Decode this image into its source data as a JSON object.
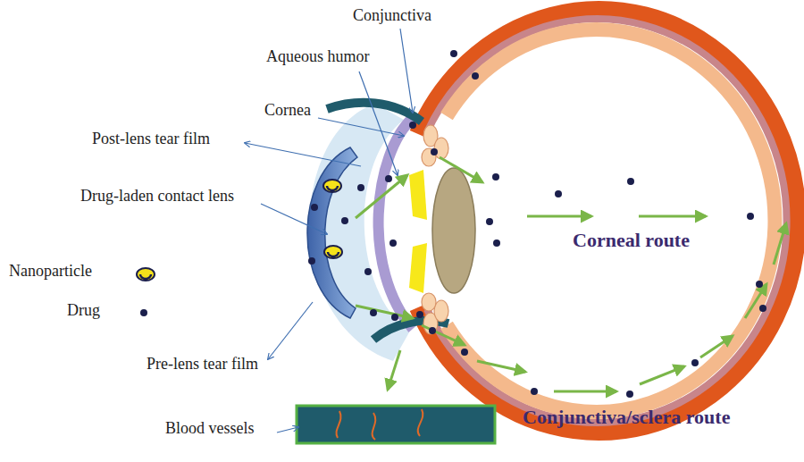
{
  "diagram": {
    "labels": [
      "Conjunctiva",
      "Aqueous humor",
      "Cornea",
      "Post-lens tear film",
      "Drug-laden contact lens",
      "Pre-lens tear film",
      "Blood vessels",
      "Corneal route",
      "Conjunctiva/sclera route"
    ],
    "legend": [
      {
        "text": "Nanoparticle"
      },
      {
        "text": "Drug"
      }
    ]
  }
}
